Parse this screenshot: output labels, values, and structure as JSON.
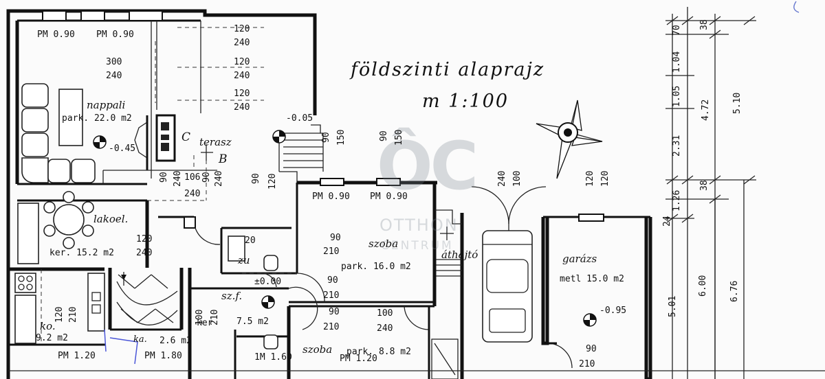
{
  "title": "földszinti alaprajz",
  "scale": "m 1:100",
  "watermark": {
    "logo": "ÔC",
    "line1": "OTTHON",
    "line2": "CENTRUM"
  },
  "rooms": {
    "nappali": {
      "name": "nappali",
      "floor": "park. 22.0 m2"
    },
    "terasz": {
      "name": "terasz"
    },
    "lakoel": {
      "name": "lakoel.",
      "floor": "ker. 15.2 m2"
    },
    "szoba1": {
      "name": "szoba",
      "floor": "park. 16.0 m2"
    },
    "athajto": {
      "name": "áthajtó"
    },
    "garazs": {
      "name": "garázs",
      "floor": "metl 15.0 m2"
    },
    "szf": {
      "name": "sz.f."
    },
    "szf_area": "7.5 m2",
    "ko": {
      "name": "ko.",
      "area": "9.2 m2"
    },
    "kam": {
      "name": "ka.",
      "area": "2.6 m2"
    },
    "szoba2": {
      "name": "szoba",
      "floor": "park. 8.8 m2"
    },
    "ker_label": "ker",
    "zu": "zu"
  },
  "levels": {
    "nappali": "-0.45",
    "terasz": "-0.05",
    "entry": "±0.00",
    "garazs": "-0.95"
  },
  "markers": {
    "c": "C",
    "b": "B"
  },
  "windows": {
    "pm1": "PM 0.90",
    "pm2": "PM 0.90",
    "pm3": "PM 0.90",
    "pm4": "PM 0.90",
    "pm5": "PM 1.20",
    "pm6": "PM 1.80",
    "pm7": "PM 1.20",
    "pm8": "1M 1.60"
  },
  "dimensions": {
    "d120a": "120",
    "d240a": "240",
    "d300": "300",
    "d240b": "240",
    "d120b": "120",
    "d240c": "240",
    "d120c": "120",
    "d240d": "240",
    "terasz_v90": "90",
    "terasz_v150": "150",
    "mid_v90": "90",
    "mid_v150": "150",
    "wall_v90": "90",
    "wall_v240a": "240",
    "wall_106": "106",
    "wall_v90b": "90",
    "wall_v240b": "240",
    "wall_240": "240",
    "wall_v90c": "90",
    "wall_v120": "120",
    "lakoel_120": "120",
    "lakoel_240": "240",
    "szoba_90": "90",
    "szoba_210": "210",
    "hall_90": "90",
    "hall_210": "210",
    "hall2_90": "90",
    "hall2_210": "210",
    "szoba2_100": "100",
    "szoba2_240": "240",
    "gate_240": "240",
    "gate_100": "100",
    "garage_120a": "120",
    "garage_120b": "120",
    "garage_90": "90",
    "garage_210": "210",
    "ko_120": "120",
    "ko_210": "210",
    "ker_100": "100",
    "ker_210": "210",
    "sz_v20": "20",
    "right_70": "70",
    "right_104": "1.04",
    "right_105": "1.05",
    "right_231": "2.31",
    "right_472": "4.72",
    "right_510": "5.10",
    "right_38a": "38",
    "right_126": "1.26",
    "right_38b": "38",
    "right_24": "24",
    "right_501": "5.01",
    "right_600": "6.00",
    "right_676": "6.76"
  }
}
